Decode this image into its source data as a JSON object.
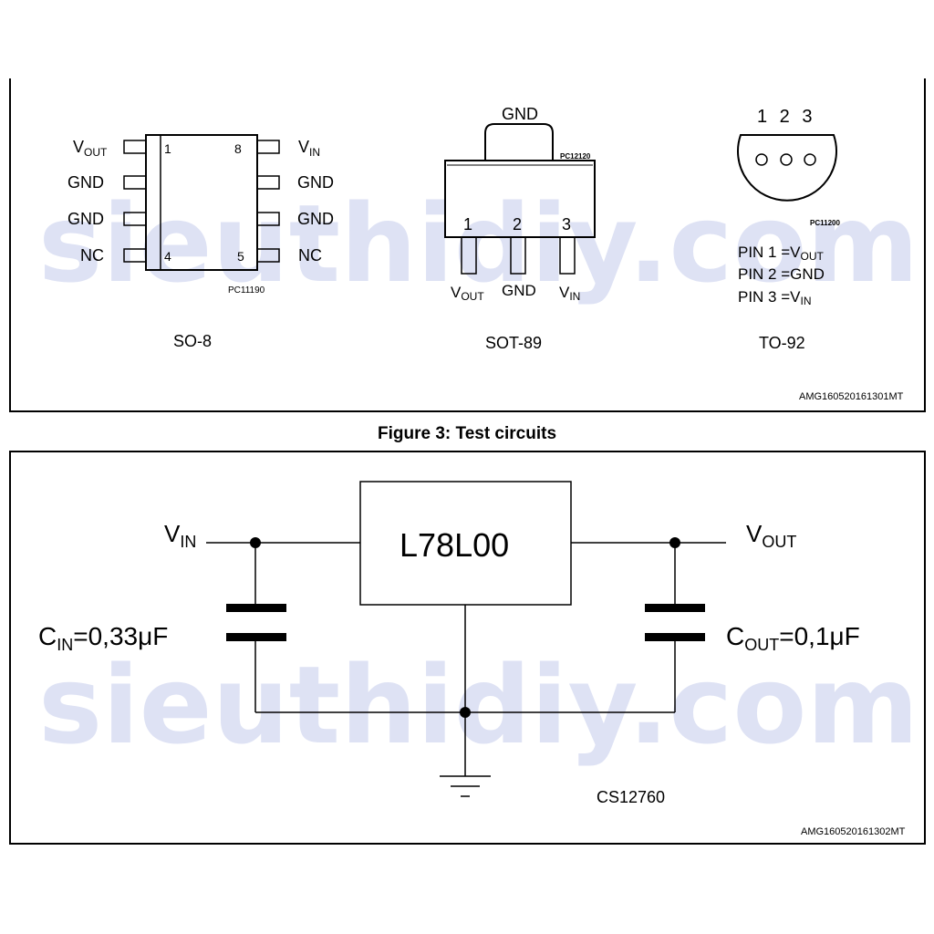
{
  "watermark": "sieuthidiy.com",
  "pinout": {
    "so8": {
      "package_name": "SO-8",
      "code": "PC11190",
      "left_pins": [
        {
          "label_main": "V",
          "label_sub": "OUT"
        },
        {
          "label_main": "GND",
          "label_sub": ""
        },
        {
          "label_main": "GND",
          "label_sub": ""
        },
        {
          "label_main": "NC",
          "label_sub": ""
        }
      ],
      "right_pins": [
        {
          "label_main": "V",
          "label_sub": "IN"
        },
        {
          "label_main": "GND",
          "label_sub": ""
        },
        {
          "label_main": "GND",
          "label_sub": ""
        },
        {
          "label_main": "NC",
          "label_sub": ""
        }
      ],
      "pin_numbers": {
        "top_left": "1",
        "top_right": "8",
        "bottom_left": "4",
        "bottom_right": "5"
      }
    },
    "sot89": {
      "package_name": "SOT-89",
      "code": "PC12120",
      "tab_label": "GND",
      "pin_numbers": [
        "1",
        "2",
        "3"
      ],
      "pins": [
        {
          "label_main": "V",
          "label_sub": "OUT"
        },
        {
          "label_main": "GND",
          "label_sub": ""
        },
        {
          "label_main": "V",
          "label_sub": "IN"
        }
      ]
    },
    "to92": {
      "package_name": "TO-92",
      "code": "PC11200",
      "pin_numbers": "1 2 3",
      "pin_map": [
        {
          "prefix": "PIN 1 =",
          "main": "V",
          "sub": "OUT"
        },
        {
          "prefix": "PIN 2 =",
          "main": "GND",
          "sub": ""
        },
        {
          "prefix": "PIN 3 =",
          "main": "V",
          "sub": "IN"
        }
      ]
    },
    "footer_code": "AMG160520161301MT"
  },
  "figure_caption": "Figure 3: Test circuits",
  "circuit": {
    "ic_label": "L78L00",
    "vin": {
      "main": "V",
      "sub": "IN"
    },
    "vout": {
      "main": "V",
      "sub": "OUT"
    },
    "cin": {
      "main": "C",
      "sub": "IN",
      "value": "=0,33μF"
    },
    "cout": {
      "main": "C",
      "sub": "OUT",
      "value": "=0,1μF"
    },
    "schematic_code": "CS12760",
    "footer_code": "AMG160520161302MT"
  }
}
